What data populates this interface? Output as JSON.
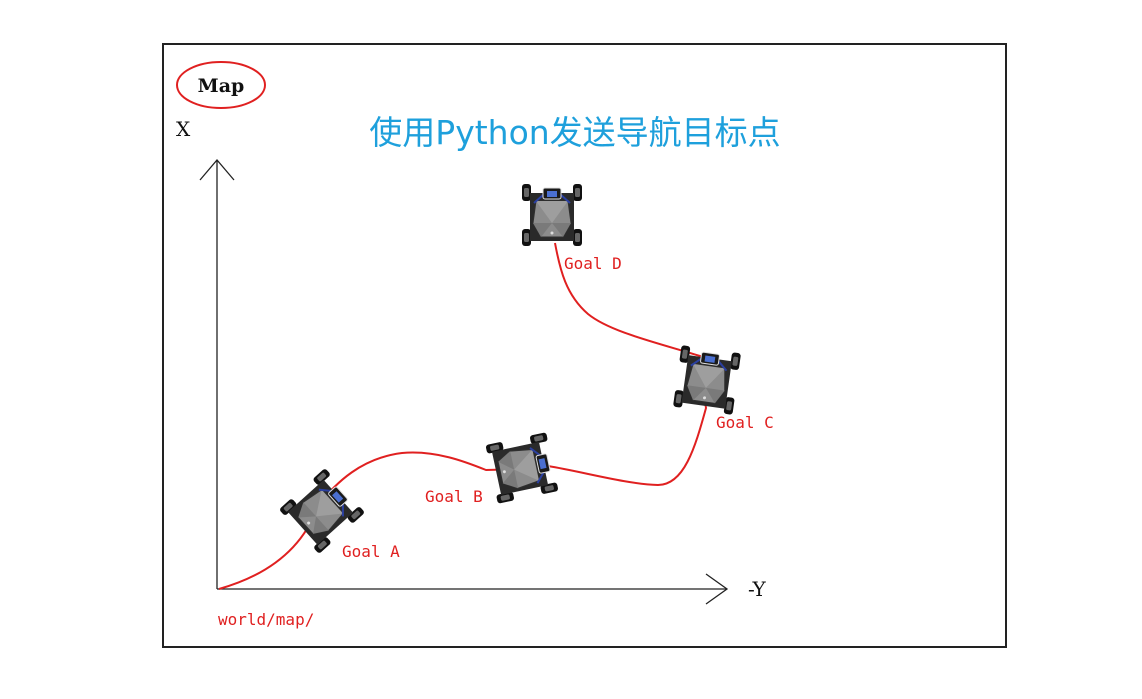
{
  "badge": {
    "label": "Map"
  },
  "title": "使用Python发送导航目标点",
  "axes": {
    "vertical_label": "X",
    "horizontal_label": "-Y",
    "origin_label": "world/map/"
  },
  "goals": [
    {
      "id": "a",
      "label": "Goal A"
    },
    {
      "id": "b",
      "label": "Goal B"
    },
    {
      "id": "c",
      "label": "Goal C"
    },
    {
      "id": "d",
      "label": "Goal D"
    }
  ],
  "colors": {
    "path": "#e02020",
    "goal_label": "#e02020",
    "title": "#1ea0dc",
    "badge_ring": "#e02020",
    "frame": "#222222",
    "axis": "#222222"
  },
  "icons": [
    "robot-car-icon",
    "arrow-head-icon"
  ]
}
